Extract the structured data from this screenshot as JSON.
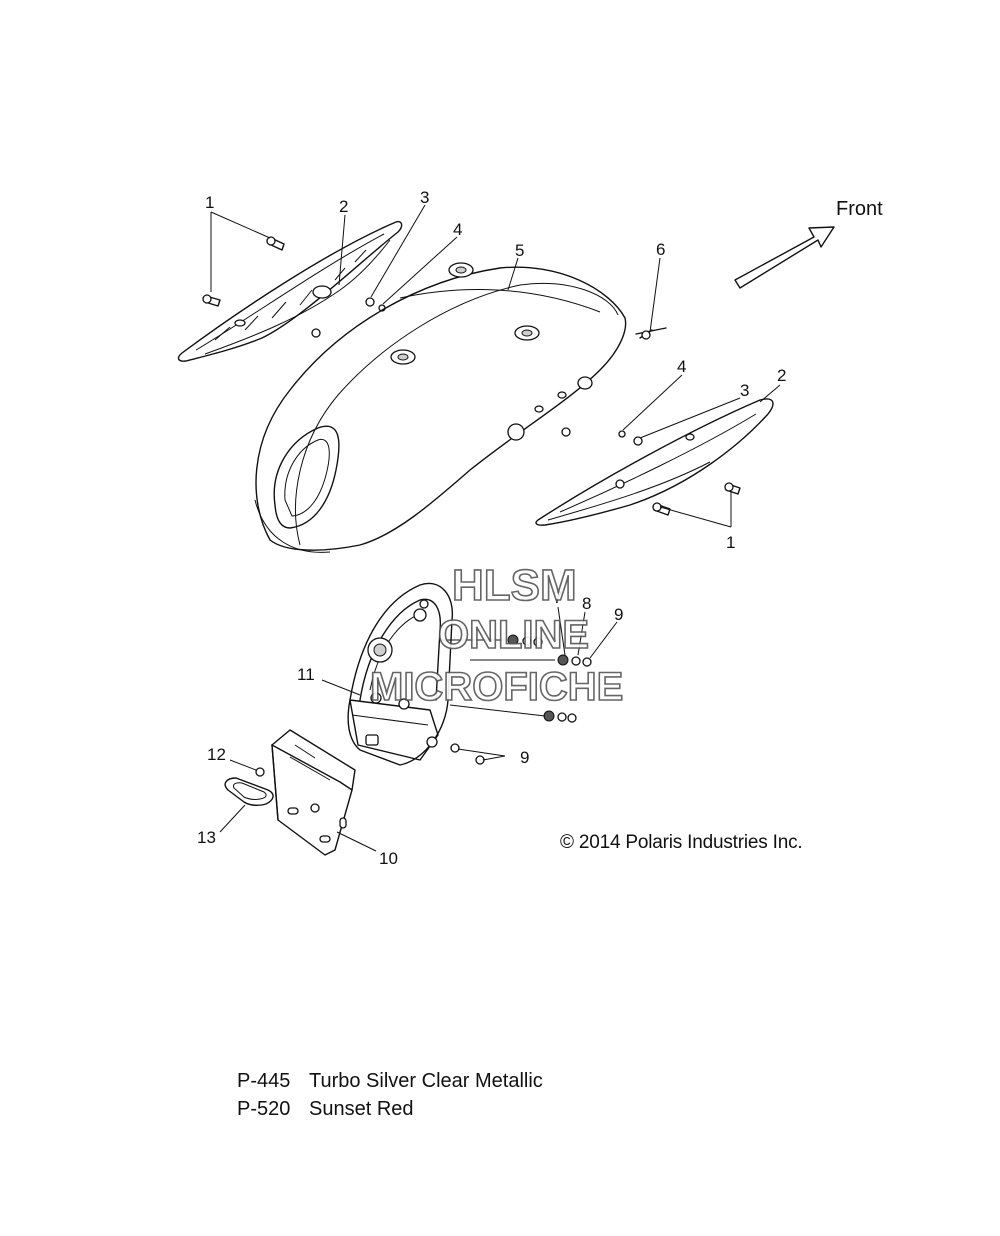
{
  "diagram": {
    "front_label": "Front",
    "callouts": [
      "1",
      "2",
      "3",
      "4",
      "5",
      "6",
      "4",
      "3",
      "2",
      "1",
      "7",
      "8",
      "9",
      "11",
      "9",
      "12",
      "13",
      "10"
    ],
    "watermark": {
      "line1": "HLSM",
      "line2": "ONLINE",
      "line3": "MICROFICHE"
    }
  },
  "copyright": "© 2014 Polaris Industries Inc.",
  "paint_codes": [
    {
      "code": "P-445",
      "name": "Turbo Silver Clear Metallic"
    },
    {
      "code": "P-520",
      "name": "Sunset Red"
    }
  ]
}
